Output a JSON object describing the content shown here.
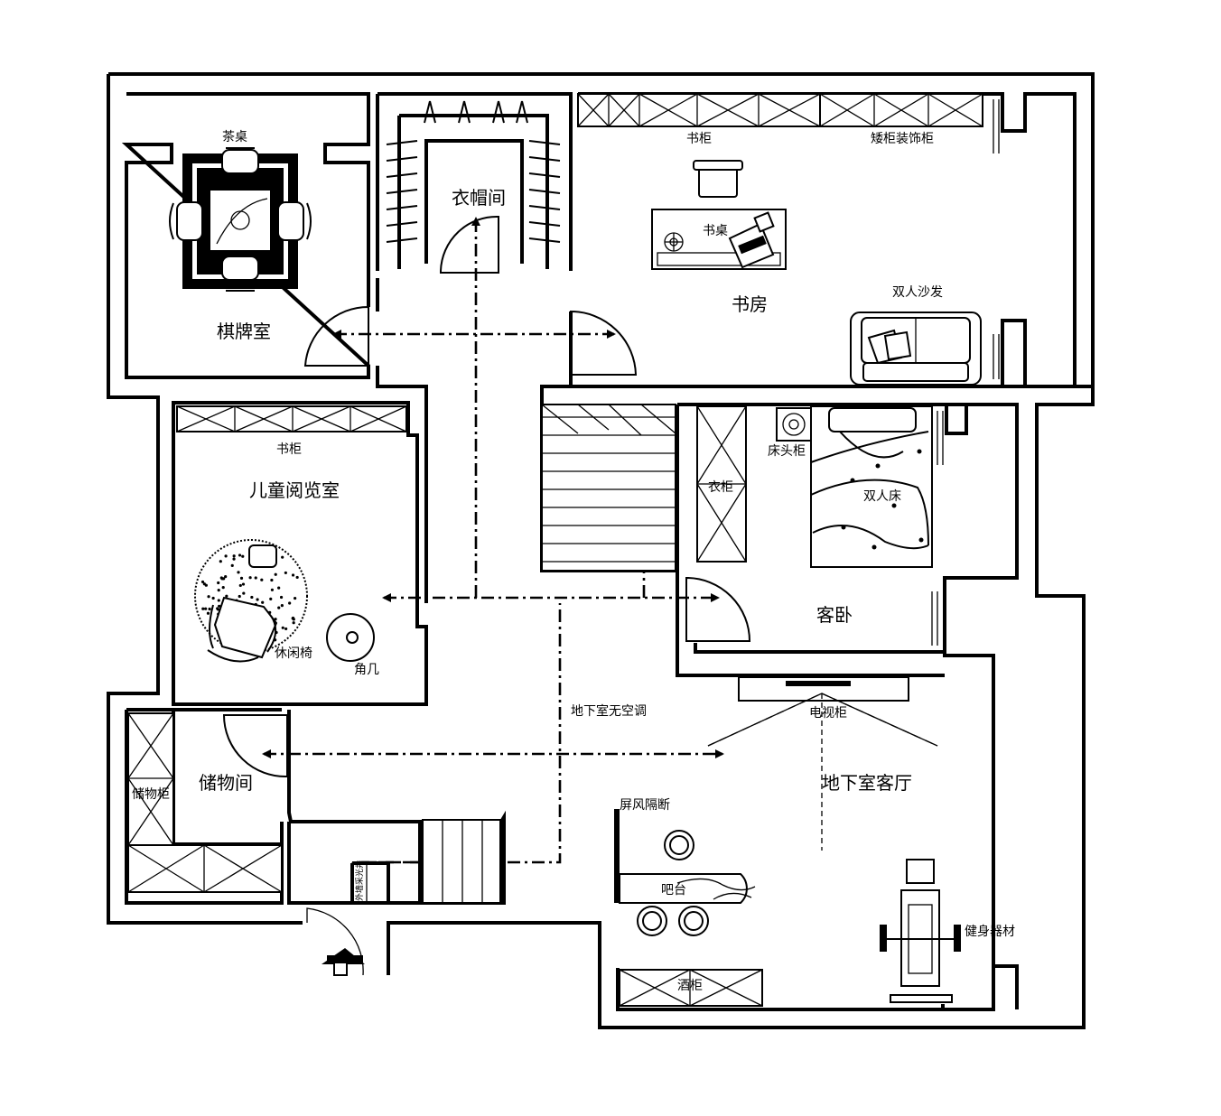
{
  "rooms": {
    "chess_room": "棋牌室",
    "cloakroom": "衣帽间",
    "study": "书房",
    "kids_reading": "儿童阅览室",
    "guest_bedroom": "客卧",
    "storage": "储物间",
    "basement_living": "地下室客厅"
  },
  "furniture": {
    "tea_table": "茶桌",
    "bookcase_study": "书柜",
    "low_cabinet": "矮柜装饰柜",
    "desk": "书桌",
    "loveseat": "双人沙发",
    "bookcase_kids": "书柜",
    "wardrobe": "衣柜",
    "nightstand": "床头柜",
    "double_bed": "双人床",
    "lounge_chair": "休闲椅",
    "side_table": "角几",
    "tv_cabinet": "电视柜",
    "storage_cabinet": "储物柜",
    "screen_partition": "屏风隔断",
    "bar_counter": "吧台",
    "fitness_equipment": "健身器材",
    "wine_cabinet": "酒柜"
  },
  "notes": {
    "no_ac": "地下室无空调",
    "entrance_side": "外墙采光井"
  }
}
